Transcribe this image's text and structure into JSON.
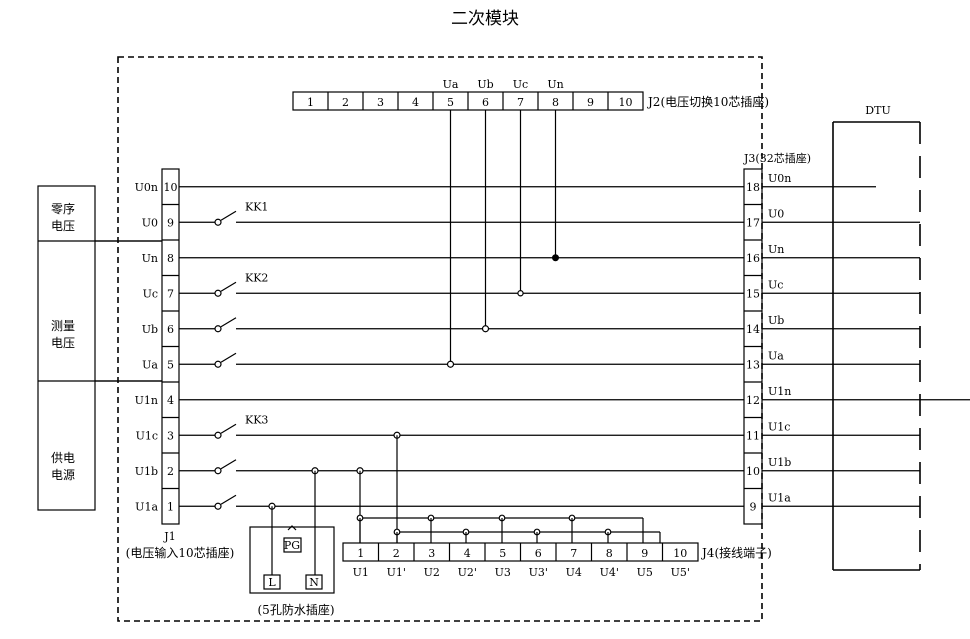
{
  "title": "二次模块",
  "dtu_label": "DTU",
  "j1": {
    "label": "J1",
    "caption": "(电压输入10芯插座)",
    "pins": [
      "10",
      "9",
      "8",
      "7",
      "6",
      "5",
      "4",
      "3",
      "2",
      "1"
    ],
    "signals": [
      "U0n",
      "U0",
      "Un",
      "Uc",
      "Ub",
      "Ua",
      "U1n",
      "U1c",
      "U1b",
      "U1a"
    ]
  },
  "j2": {
    "label": "J2(电压切换10芯插座)",
    "pins": [
      "1",
      "2",
      "3",
      "4",
      "5",
      "6",
      "7",
      "8",
      "9",
      "10"
    ],
    "top_labels": [
      "Ua",
      "Ub",
      "Uc",
      "Un"
    ]
  },
  "j3": {
    "label": "J3(32芯插座)",
    "pins": [
      "18",
      "17",
      "16",
      "15",
      "14",
      "13",
      "12",
      "11",
      "10",
      "9"
    ],
    "signals": [
      "U0n",
      "U0",
      "Un",
      "Uc",
      "Ub",
      "Ua",
      "U1n",
      "U1c",
      "U1b",
      "U1a"
    ]
  },
  "j4": {
    "label": "J4(接线端子)",
    "pins": [
      "1",
      "2",
      "3",
      "4",
      "5",
      "6",
      "7",
      "8",
      "9",
      "10"
    ],
    "bottom_labels": [
      "U1",
      "U1'",
      "U2",
      "U2'",
      "U3",
      "U3'",
      "U4",
      "U4'",
      "U5",
      "U5'"
    ]
  },
  "side_groups": [
    "零序\n电压",
    "测量\n电压",
    "供电\n电源"
  ],
  "side_group_lines": [
    [
      "零序",
      "电压"
    ],
    [
      "测量",
      "电压"
    ],
    [
      "供电",
      "电源"
    ]
  ],
  "switches": [
    "KK1",
    "KK2",
    "KK3"
  ],
  "socket": {
    "caption": "(5孔防水插座)",
    "pins": [
      "PG",
      "L",
      "N"
    ]
  }
}
